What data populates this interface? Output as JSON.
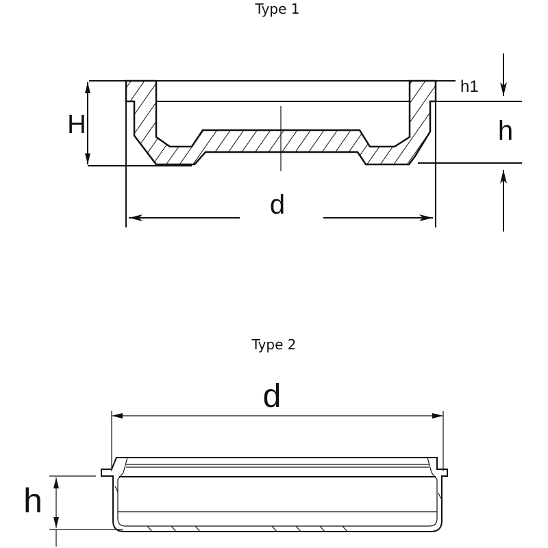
{
  "type1": {
    "title": "Type 1",
    "labels": {
      "H": "H",
      "h": "h",
      "h1": "h1",
      "d": "d"
    }
  },
  "type2": {
    "title": "Type 2",
    "labels": {
      "d": "d",
      "h": "h"
    }
  },
  "colors": {
    "line": "#111111",
    "background": "#ffffff"
  }
}
